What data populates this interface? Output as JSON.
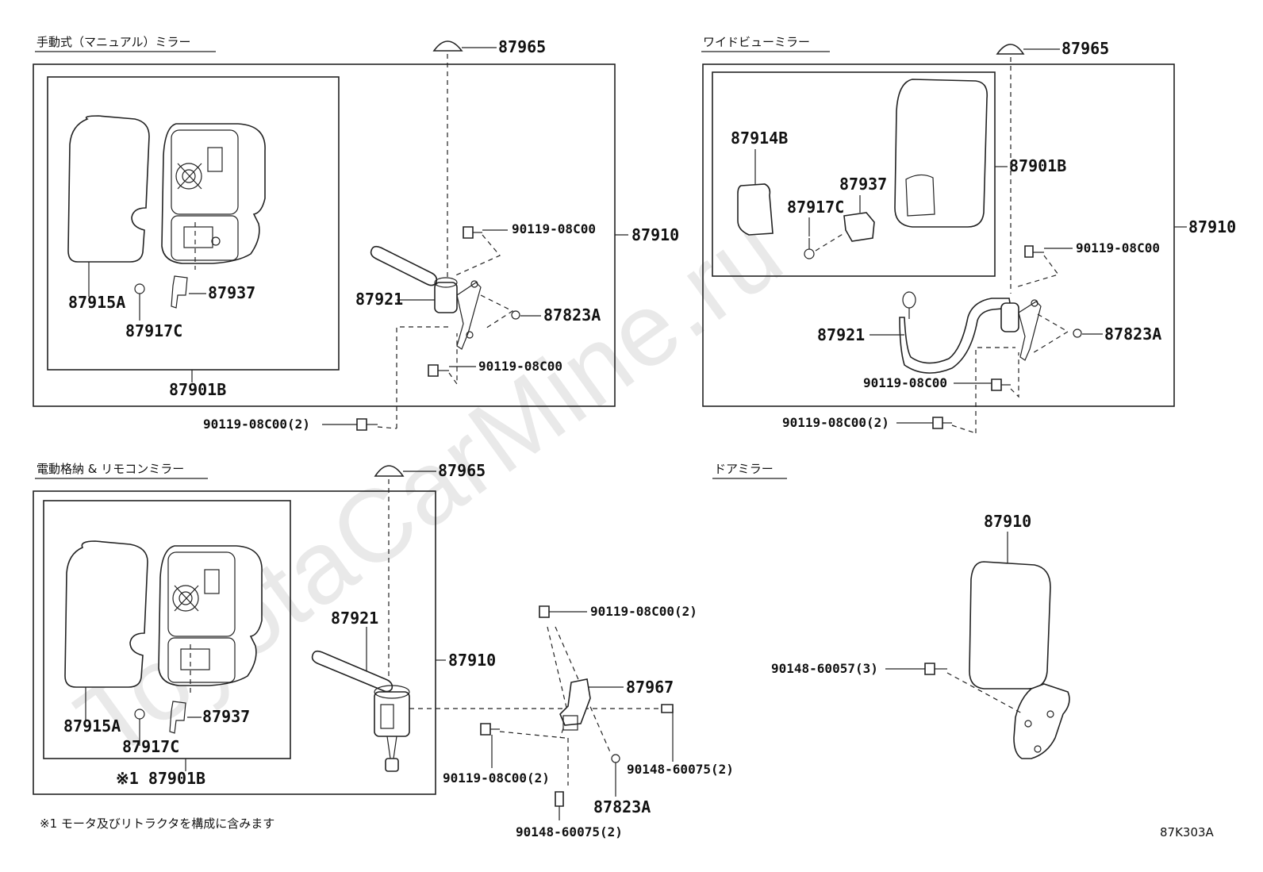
{
  "watermark": "ToyotaCarMine.ru",
  "sections": {
    "manual": {
      "title": "手動式（マニュアル）ミラー"
    },
    "wide": {
      "title": "ワイドビューミラー"
    },
    "power": {
      "title": "電動格納 & リモコンミラー"
    },
    "door": {
      "title": "ドアミラー"
    }
  },
  "labels": {
    "cap": "87965",
    "assy": "87910",
    "glass": "87915A",
    "bracket": "87937",
    "screw": "87917C",
    "mirror_sub": "87901B",
    "stay": "87921",
    "washer": "87823A",
    "bolt": "90119-08C00",
    "bolt_x2": "90119-08C00(2)",
    "wide_cover": "87914B",
    "power_mirror_sub": "※1 87901B",
    "power_bracket": "87967",
    "screw_b_x2": "90148-60075(2)",
    "screw_c_x3": "90148-60057(3)"
  },
  "footnote": "※1 モータ及びリトラクタを構成に含みます",
  "diagram_code": "87K303A"
}
